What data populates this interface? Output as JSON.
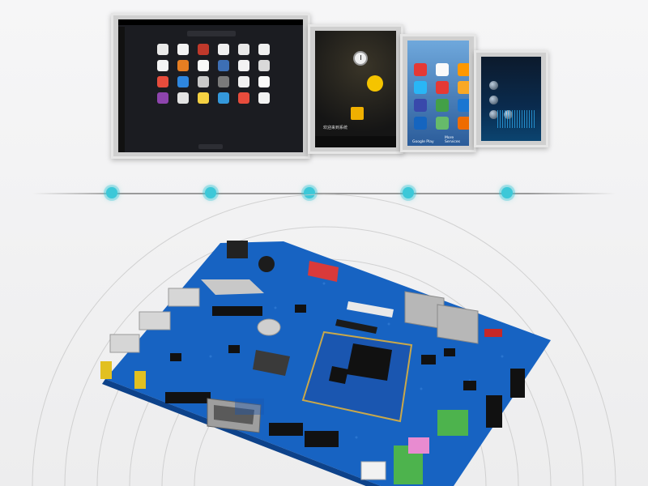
{
  "scene": {
    "screen1": {
      "search_placeholder": "",
      "app_colors": [
        "#e9e9e9",
        "#f2f2f2",
        "#c0392b",
        "#f0f0f0",
        "#e8e8e8",
        "#efefef",
        "#f4f4f4",
        "#e67e22",
        "#f9f9f9",
        "#3d6fb5",
        "#f3f3f3",
        "#d9d9d9",
        "#e74c3c",
        "#2e86de",
        "#c9c9c9",
        "#7a7a7a",
        "#f0f0f0",
        "#fafafa",
        "#8e44ad",
        "#e3e3e3",
        "#f5d142",
        "#3498db",
        "#e74c3c",
        "#f2f2f2"
      ]
    },
    "screen2": {
      "title": "欢迎来到系统"
    },
    "screen3": {
      "app_colors": [
        "#e53935",
        "#fafafa",
        "#ff9800",
        "#29b6f6",
        "#e53935",
        "#f9a825",
        "#3949ab",
        "#43a047",
        "#1976d2",
        "#1565c0",
        "#66bb6a",
        "#ef6c00"
      ],
      "label_left": "Google Play",
      "label_right": "More Services"
    },
    "screen4": {
      "text": ""
    }
  },
  "board": {
    "silkscreen_title": "",
    "pcb_color": "#1763c2",
    "connector_green": "#4db34d",
    "connector_pink": "#e88bd0",
    "dip_switch_red": "#d93a3a"
  }
}
